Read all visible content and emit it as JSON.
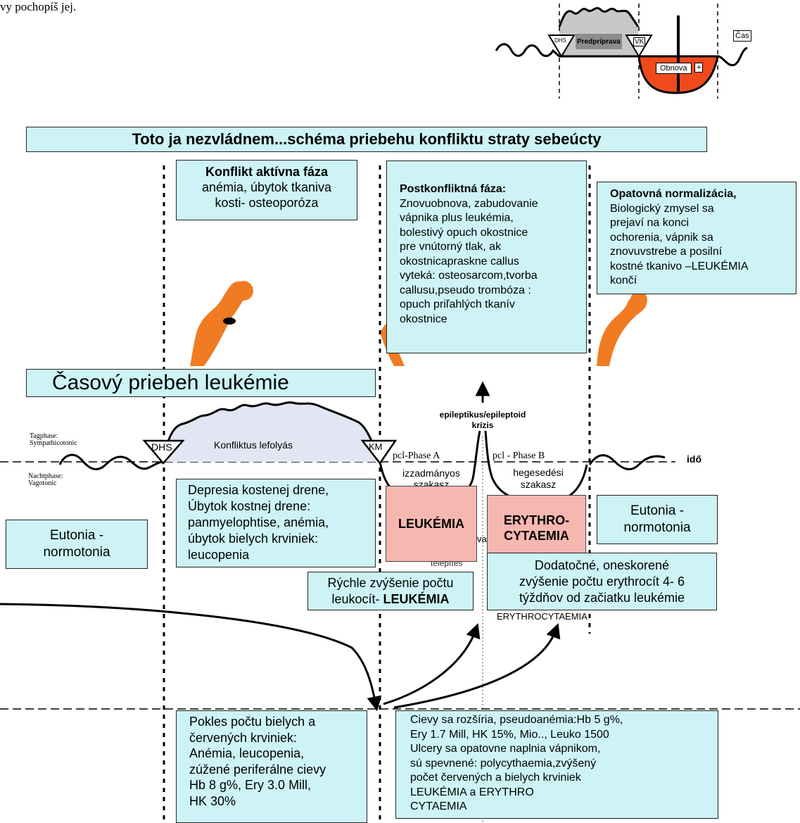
{
  "top_caption": "vy pochopíš jej.",
  "mini_diagram": {
    "dhs": "DHS",
    "predpriprava": "Predpríprava",
    "vk": "VK",
    "obnova": "Obnova",
    "plus": "+",
    "cas": "Čas"
  },
  "banner_title": "Toto ja nezvládnem...schéma priebehu konfliktu straty sebeúcty",
  "box_konflikt": {
    "title": "Konflikt aktívna fáza",
    "lines": [
      "anémia, úbytok tkaniva",
      "kosti- osteoporóza"
    ]
  },
  "box_postkonflikt": {
    "title": "Postkonfliktná fáza:",
    "lines": [
      "Znovuobnova, zabudovanie",
      " vápnika plus leukémia,",
      "bolestivý opuch okostnice",
      " pre vnútorný tlak, ak",
      "okostnicapraskne callus",
      "vyteká: osteosarcom,tvorba",
      "callusu,pseudo trombóza :",
      "opuch priľahlých tkanív",
      "okostnice"
    ]
  },
  "box_normalizacia": {
    "title": "Opatovná normalizácia,",
    "lines": [
      "Biologický zmysel sa",
      "prejaví na konci",
      "ochorenia, vápnik sa",
      "znovuvstrebe a posilní",
      "kostné tkanivo –LEUKÉMIA",
      "končí"
    ]
  },
  "casovy_title": "Časový priebeh leukémie",
  "wave_labels": {
    "tagphase": "Tagphase:",
    "sympathicotonic": "Sympathicotonic",
    "nachtphase": "Nachtphase:",
    "vagotonic": "Vagotonic",
    "dhs": "DHS",
    "km": "KM",
    "konfliktus": "Konfliktus lefolyás",
    "epileptikus": "epileptikus/epileptoid",
    "krizis": "krízis",
    "pcl_a": "pcl-Phase A",
    "pcl_b": "pcl - Phase B",
    "izzadmanyos": "izzadmányos",
    "szakasz_a": "szakasz",
    "hegesedesi": "hegesedési",
    "szakasz_b": "szakasz",
    "ido": "idő",
    "partial_va": "va",
    "partial_telepites": "telepítés"
  },
  "box_depresia": {
    "lines": [
      "Depresia kostenej drene,",
      "Úbytok kostnej drene:",
      "panmyelophtise, anémia,",
      "úbytok bielych krviniek:",
      "leucopenia"
    ]
  },
  "box_eutonia_left": {
    "lines": [
      "Eutonia -",
      "normotonia"
    ]
  },
  "box_eutonia_right": {
    "lines": [
      "Eutonia -",
      "normotonia"
    ]
  },
  "leukemia_label": "LEUKÉMIA",
  "erythro_label": {
    "lines": [
      "ERYTHRO-",
      "CYTAEMIA"
    ]
  },
  "box_rychle": {
    "line1": "Rýchle zvýšenie počtu",
    "line2_prefix": "leukocít- ",
    "line2_bold": "LEUKÉMIA"
  },
  "box_dodatocne": {
    "lines": [
      "Dodatočné, oneskorené",
      "zvýšenie počtu erythrocít 4- 6",
      "týždňov od začiatku leukémie"
    ]
  },
  "erythrocytaemia_caption": "ERYTHROCYTAEMIA",
  "box_pokles": {
    "lines": [
      "Pokles počtu bielych a",
      " červených krviniek:",
      "Anémia, leucopenia,",
      "zúžené periferálne cievy",
      "Hb 8 g%, Ery 3.0 Mill,",
      "HK 30%"
    ]
  },
  "box_cievy": {
    "lines": [
      "Cievy sa rozšíria, pseudoanémia:Hb 5 g%,",
      "Ery 1.7 Mill, HK 15%, Mio.., Leuko 1500",
      "Ulcery sa opatovne naplnia vápnikom,",
      "sú spevnené: polycythaemia,zvýšený",
      "počet červených a bielych krviniek",
      "LEUKÉMIA a ERYTHRO",
      "CYTAEMIA"
    ]
  },
  "colors": {
    "box_fill": "#cdf3f6",
    "pink_fill": "#f6b7b0",
    "bone_orange": "#f07b23",
    "mini_red": "#f04a1c",
    "gray_area": "#c8c8c8",
    "lavender_area": "#e3e5f2"
  }
}
